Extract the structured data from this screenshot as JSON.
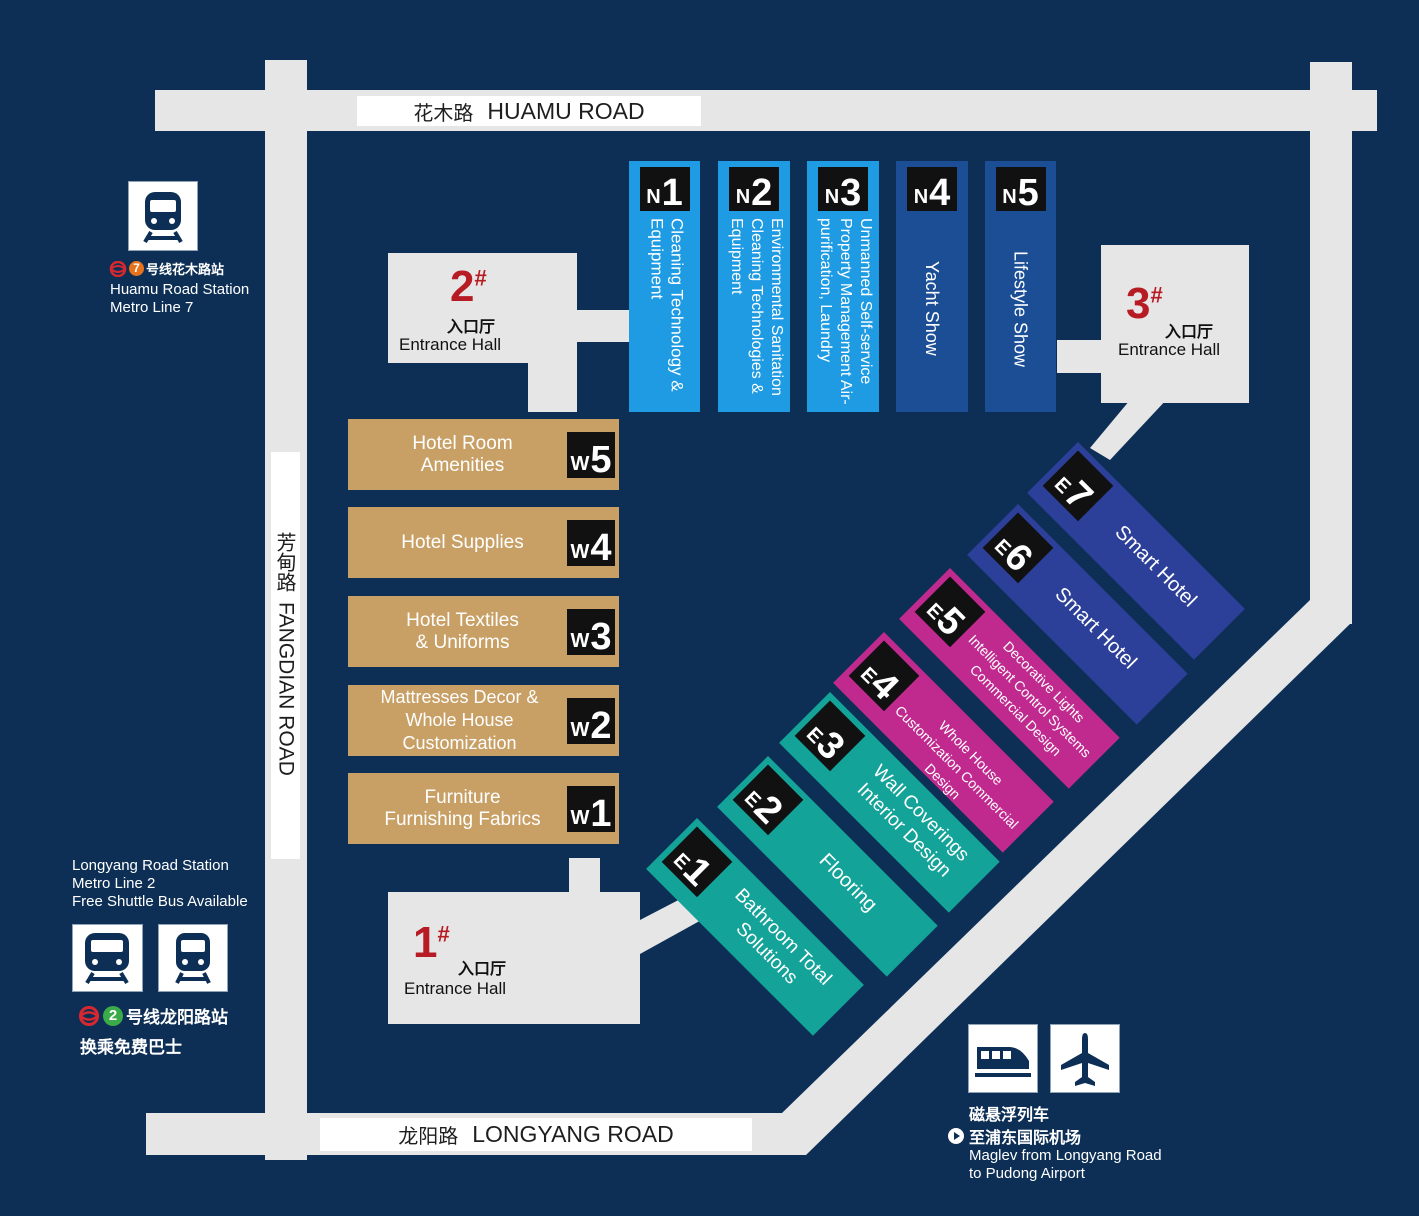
{
  "roads": {
    "north": {
      "cn": "花木路",
      "en": "HUAMU ROAD"
    },
    "west": {
      "cn": "芳甸路",
      "en": "FANGDIAN ROAD"
    },
    "south": {
      "cn": "龙阳路",
      "en": "LONGYANG ROAD"
    }
  },
  "entrances": [
    {
      "num": "1",
      "mark": "#",
      "cn": "入口厅",
      "en": "Entrance Hall"
    },
    {
      "num": "2",
      "mark": "#",
      "cn": "入口厅",
      "en": "Entrance Hall"
    },
    {
      "num": "3",
      "mark": "#",
      "cn": "入口厅",
      "en": "Entrance Hall"
    }
  ],
  "north_halls": [
    {
      "prefix": "N",
      "num": "1",
      "label": "Cleaning Technology & Equipment",
      "color": "#1e9be3"
    },
    {
      "prefix": "N",
      "num": "2",
      "label": "Environmental Sanitation Cleaning Technologies & Equipment",
      "color": "#1e9be3"
    },
    {
      "prefix": "N",
      "num": "3",
      "label": "Unmanned Self-service Property Management Air-purification, Laundry",
      "color": "#1e9be3"
    },
    {
      "prefix": "N",
      "num": "4",
      "label": "Yacht Show",
      "color": "#1c4e96"
    },
    {
      "prefix": "N",
      "num": "5",
      "label": "Lifestyle Show",
      "color": "#1c4e96"
    }
  ],
  "west_halls": [
    {
      "prefix": "W",
      "num": "5",
      "label": "Hotel Room Amenities"
    },
    {
      "prefix": "W",
      "num": "4",
      "label": "Hotel Supplies"
    },
    {
      "prefix": "W",
      "num": "3",
      "label": "Hotel Textiles & Uniforms"
    },
    {
      "prefix": "W",
      "num": "2",
      "label": "Mattresses Decor & Whole House Customization"
    },
    {
      "prefix": "W",
      "num": "1",
      "label": "Furniture Furnishing Fabrics"
    }
  ],
  "east_halls": [
    {
      "prefix": "E",
      "num": "1",
      "label": "Bathroom Total Solutions",
      "color": "#14a399"
    },
    {
      "prefix": "E",
      "num": "2",
      "label": "Flooring",
      "color": "#14a399"
    },
    {
      "prefix": "E",
      "num": "3",
      "label": "Wall Coverings Interior Design",
      "color": "#14a399"
    },
    {
      "prefix": "E",
      "num": "4",
      "label": "Whole House Customization Commercial Design",
      "color": "#c02a8f"
    },
    {
      "prefix": "E",
      "num": "5",
      "label": "Decorative Lights Intelligent Control Systems Commercial Design",
      "color": "#c02a8f"
    },
    {
      "prefix": "E",
      "num": "6",
      "label": "Smart Hotel",
      "color": "#2c3f99"
    },
    {
      "prefix": "E",
      "num": "7",
      "label": "Smart Hotel",
      "color": "#2c3f99"
    }
  ],
  "stations": {
    "huamu": {
      "line": "7",
      "cn": "号线花木路站",
      "en1": "Huamu Road Station",
      "en2": "Metro Line 7",
      "line_color": "#e8731c"
    },
    "longyang": {
      "en1": "Longyang Road Station",
      "en2": "Metro Line 2",
      "en3": "Free Shuttle Bus Available",
      "line": "2",
      "cn": "号线龙阳路站",
      "cn2": "换乘免费巴士",
      "line_color": "#3aab48"
    },
    "maglev": {
      "cn1": "磁悬浮列车",
      "cn2": "至浦东国际机场",
      "en1": "Maglev from Longyang Road",
      "en2": "to Pudong Airport"
    }
  },
  "colors": {
    "background": "#0d2f55",
    "road": "#e6e6e6",
    "west": "#c8a066",
    "entrance_num": "#b71c24",
    "metro_red": "#d7282f"
  }
}
